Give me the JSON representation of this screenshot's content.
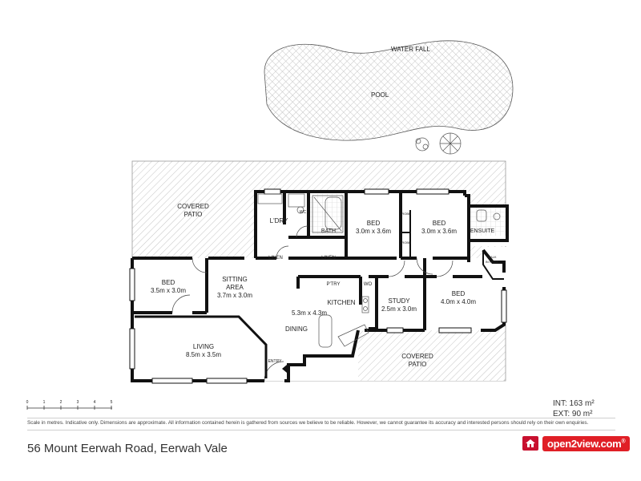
{
  "plan": {
    "pool_label": "POOL",
    "waterfall_label": "WATER FALL",
    "rooms": [
      {
        "key": "covered_patio_top",
        "name": "COVERED",
        "name2": "PATIO",
        "dims": ""
      },
      {
        "key": "laundry",
        "name": "L'DRY",
        "name2": "",
        "dims": ""
      },
      {
        "key": "wc",
        "name": "WC",
        "name2": "",
        "dims": ""
      },
      {
        "key": "bath",
        "name": "BATH",
        "name2": "",
        "dims": ""
      },
      {
        "key": "bed_2",
        "name": "BED",
        "name2": "",
        "dims": "3.0m x 3.6m"
      },
      {
        "key": "bed_3",
        "name": "BED",
        "name2": "",
        "dims": "3.0m x 3.6m"
      },
      {
        "key": "ensuite",
        "name": "ENSUITE",
        "name2": "",
        "dims": ""
      },
      {
        "key": "robe_1",
        "name": "ROBE",
        "name2": "",
        "dims": ""
      },
      {
        "key": "robe_2",
        "name": "ROBE",
        "name2": "",
        "dims": ""
      },
      {
        "key": "walk_in_robe",
        "name": "WALK",
        "name2": "IN ROBE",
        "dims": ""
      },
      {
        "key": "linen_1",
        "name": "LINEN",
        "name2": "",
        "dims": ""
      },
      {
        "key": "linen_2",
        "name": "LINEN",
        "name2": "",
        "dims": ""
      },
      {
        "key": "bed_1",
        "name": "BED",
        "name2": "",
        "dims": "3.5m x 3.0m"
      },
      {
        "key": "sitting",
        "name": "SITTING",
        "name2": "AREA",
        "dims": "3.7m x 3.0m"
      },
      {
        "key": "pantry",
        "name": "P'TRY",
        "name2": "",
        "dims": ""
      },
      {
        "key": "wo",
        "name": "WO",
        "name2": "",
        "dims": ""
      },
      {
        "key": "kitchen",
        "name": "KITCHEN",
        "name2": "",
        "dims": "5.3m x 4.3m"
      },
      {
        "key": "study",
        "name": "STUDY",
        "name2": "",
        "dims": "2.5m x 3.0m"
      },
      {
        "key": "bed_master",
        "name": "BED",
        "name2": "",
        "dims": "4.0m x 4.0m"
      },
      {
        "key": "dining",
        "name": "DINING",
        "name2": "",
        "dims": ""
      },
      {
        "key": "living",
        "name": "LIVING",
        "name2": "",
        "dims": "8.5m x 3.5m"
      },
      {
        "key": "entry",
        "name": "ENTRY",
        "name2": "",
        "dims": ""
      },
      {
        "key": "covered_patio_bottom",
        "name": "COVERED",
        "name2": "PATIO",
        "dims": ""
      }
    ]
  },
  "scale_bar": {
    "ticks": [
      "0",
      "1",
      "2",
      "3",
      "4",
      "5"
    ],
    "caption": "Scale in metres. Indicative only."
  },
  "areas": {
    "internal": "INT: 163 m²",
    "external": "EXT: 90 m²"
  },
  "disclaimer": "Scale in metres. Indicative only. Dimensions are approximate. All information contained herein is gathered from sources we believe to be reliable. However, we cannot guarantee its accuracy and interested persons should rely on their own enquiries.",
  "address": "56 Mount Eerwah Road, Eerwah Vale",
  "brand": {
    "name": "open2view.com",
    "trademark": "®",
    "color": "#e01f26"
  },
  "colors": {
    "wall": "#111111",
    "hatch": "#c9c9c9",
    "pool_hatch": "#bdbdbd"
  }
}
